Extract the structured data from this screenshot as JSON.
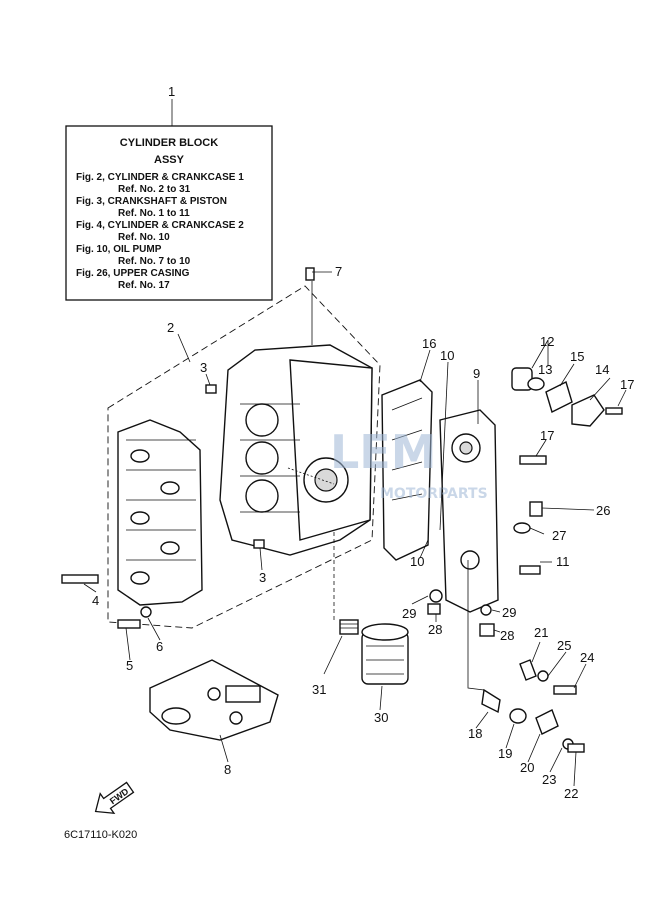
{
  "info_box": {
    "number": "1",
    "title_line1": "CYLINDER BLOCK",
    "title_line2": "ASSY",
    "lines": [
      "Fig. 2, CYLINDER & CRANKCASE 1",
      "Ref. No. 2 to 31",
      "Fig. 3, CRANKSHAFT & PISTON",
      "Ref. No. 1 to 11",
      "Fig. 4, CYLINDER & CRANKCASE 2",
      "Ref. No. 10",
      "Fig. 10, OIL PUMP",
      "Ref. No. 7 to 10",
      "Fig. 26, UPPER CASING",
      "Ref. No. 17"
    ]
  },
  "callouts": {
    "c2": "2",
    "c3a": "3",
    "c3b": "3",
    "c4": "4",
    "c5": "5",
    "c6": "6",
    "c7": "7",
    "c8": "8",
    "c9": "9",
    "c10a": "10",
    "c10b": "10",
    "c11": "11",
    "c12": "12",
    "c13": "13",
    "c14": "14",
    "c15": "15",
    "c16": "16",
    "c17a": "17",
    "c17b": "17",
    "c18": "18",
    "c19": "19",
    "c20": "20",
    "c21": "21",
    "c22": "22",
    "c23": "23",
    "c24": "24",
    "c25": "25",
    "c26": "26",
    "c27": "27",
    "c28a": "28",
    "c28b": "28",
    "c29a": "29",
    "c29b": "29",
    "c30": "30",
    "c31": "31"
  },
  "fwd_label": "FWD",
  "diagram_code": "6C17110-K020",
  "watermark": {
    "brand": "LEM",
    "sub": "MOTORPARTS"
  }
}
